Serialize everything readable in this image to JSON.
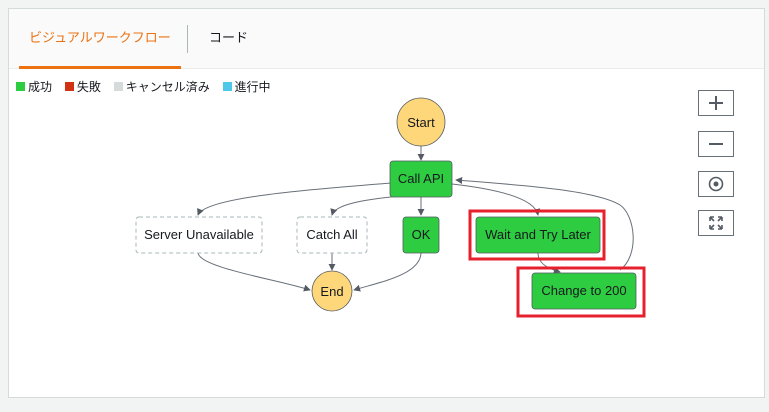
{
  "tabs": [
    {
      "label": "ビジュアルワークフロー",
      "active": true
    },
    {
      "label": "コード",
      "active": false
    }
  ],
  "legend": [
    {
      "label": "成功",
      "color": "#2ecc40"
    },
    {
      "label": "失敗",
      "color": "#d13212"
    },
    {
      "label": "キャンセル済み",
      "color": "#d5dbdb"
    },
    {
      "label": "進行中",
      "color": "#4dc8e8"
    }
  ],
  "graph": {
    "nodes": {
      "start": "Start",
      "call_api": "Call API",
      "server_unavailable": "Server Unavailable",
      "catch_all": "Catch All",
      "ok": "OK",
      "wait_retry": "Wait and Try Later",
      "change_200": "Change to 200",
      "end": "End"
    },
    "colors": {
      "success": "#2ecc40",
      "terminal": "#fdd77a",
      "highlight": "#e7202d"
    }
  },
  "zoom_controls": [
    {
      "icon": "zoom-in-icon"
    },
    {
      "icon": "zoom-out-icon"
    },
    {
      "icon": "center-icon"
    },
    {
      "icon": "fit-screen-icon"
    }
  ]
}
